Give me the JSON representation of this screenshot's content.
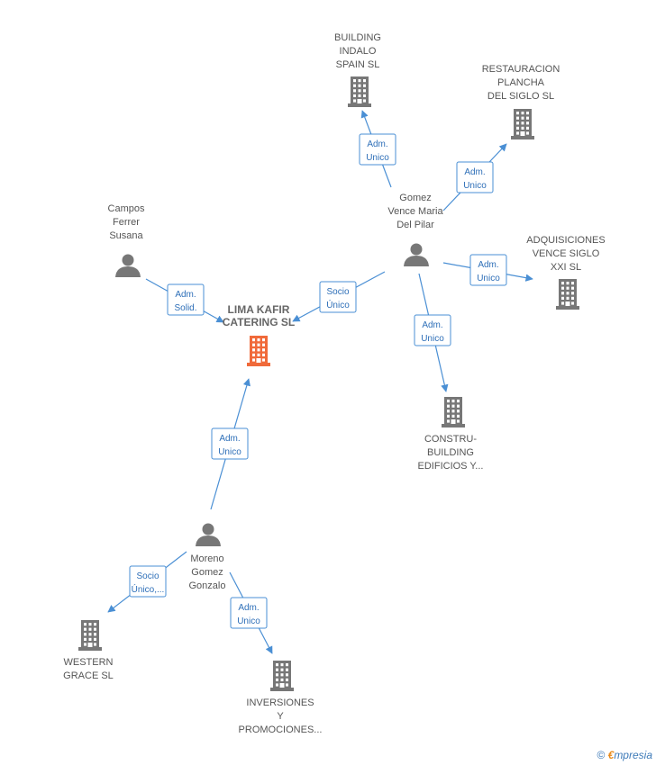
{
  "colors": {
    "edge": "#4a8fd4",
    "company": "#777777",
    "main_company": "#f06a3a",
    "person": "#777777"
  },
  "nodes": [
    {
      "id": "lima",
      "kind": "company",
      "main": true,
      "label": [
        "LIMA KAFIR",
        "CATERING SL"
      ]
    },
    {
      "id": "building",
      "kind": "company",
      "label": [
        "BUILDING",
        "INDALO",
        "SPAIN SL"
      ]
    },
    {
      "id": "restauracion",
      "kind": "company",
      "label": [
        "RESTAURACION",
        "PLANCHA",
        "DEL SIGLO SL"
      ]
    },
    {
      "id": "adquisiciones",
      "kind": "company",
      "label": [
        "ADQUISICIONES",
        "VENCE SIGLO",
        "XXI SL"
      ]
    },
    {
      "id": "constru",
      "kind": "company",
      "label": [
        "CONSTRU-",
        "BUILDING",
        "EDIFICIOS Y..."
      ]
    },
    {
      "id": "western",
      "kind": "company",
      "label": [
        "WESTERN",
        "GRACE SL"
      ]
    },
    {
      "id": "inversiones",
      "kind": "company",
      "label": [
        "INVERSIONES",
        "Y",
        "PROMOCIONES..."
      ]
    },
    {
      "id": "campos",
      "kind": "person",
      "label": [
        "Campos",
        "Ferrer",
        "Susana"
      ]
    },
    {
      "id": "gomez",
      "kind": "person",
      "label": [
        "Gomez",
        "Vence Maria",
        "Del Pilar"
      ]
    },
    {
      "id": "moreno",
      "kind": "person",
      "label": [
        "Moreno",
        "Gomez",
        "Gonzalo"
      ]
    }
  ],
  "edges": [
    {
      "from": "campos",
      "to": "lima",
      "label": [
        "Adm.",
        "Solid."
      ]
    },
    {
      "from": "gomez",
      "to": "lima",
      "label": [
        "Socio",
        "Único"
      ]
    },
    {
      "from": "gomez",
      "to": "building",
      "label": [
        "Adm.",
        "Unico"
      ]
    },
    {
      "from": "gomez",
      "to": "restauracion",
      "label": [
        "Adm.",
        "Unico"
      ]
    },
    {
      "from": "gomez",
      "to": "adquisiciones",
      "label": [
        "Adm.",
        "Unico"
      ]
    },
    {
      "from": "gomez",
      "to": "constru",
      "label": [
        "Adm.",
        "Unico"
      ]
    },
    {
      "from": "moreno",
      "to": "lima",
      "label": [
        "Adm.",
        "Unico"
      ]
    },
    {
      "from": "moreno",
      "to": "western",
      "label": [
        "Socio",
        "Único,..."
      ]
    },
    {
      "from": "moreno",
      "to": "inversiones",
      "label": [
        "Adm.",
        "Unico"
      ]
    }
  ],
  "footer": {
    "copyright": "©",
    "brand_first": "€",
    "brand_rest": "mpresia"
  }
}
